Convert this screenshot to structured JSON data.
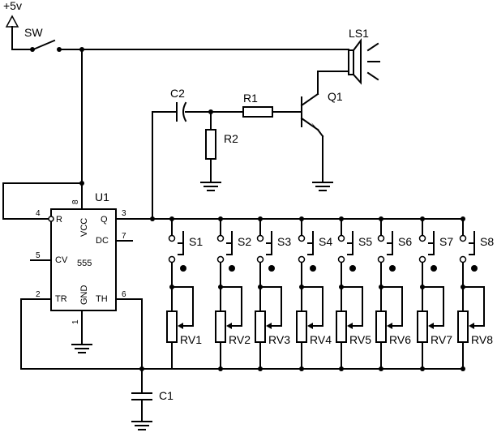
{
  "diagram": {
    "supply_label": "+5v",
    "switch_label": "SW",
    "ic": {
      "ref": "U1",
      "part": "555",
      "pins": {
        "reset": "R",
        "vcc": "VCC",
        "q": "Q",
        "dc": "DC",
        "cv": "CV",
        "tr": "TR",
        "gnd": "GND",
        "th": "TH"
      },
      "pin_numbers": {
        "reset": "4",
        "vcc": "8",
        "q": "3",
        "dc": "7",
        "cv": "5",
        "tr": "2",
        "gnd": "1",
        "th": "6"
      }
    },
    "speaker_label": "LS1",
    "transistor_label": "Q1",
    "coupling_cap_label": "C2",
    "base_resistor_label": "R1",
    "pulldown_resistor_label": "R2",
    "timing_cap_label": "C1",
    "switches": [
      "S1",
      "S2",
      "S3",
      "S4",
      "S5",
      "S6",
      "S7",
      "S8"
    ],
    "pots": [
      "RV1",
      "RV2",
      "RV3",
      "RV4",
      "RV5",
      "RV6",
      "RV7",
      "RV8"
    ]
  }
}
